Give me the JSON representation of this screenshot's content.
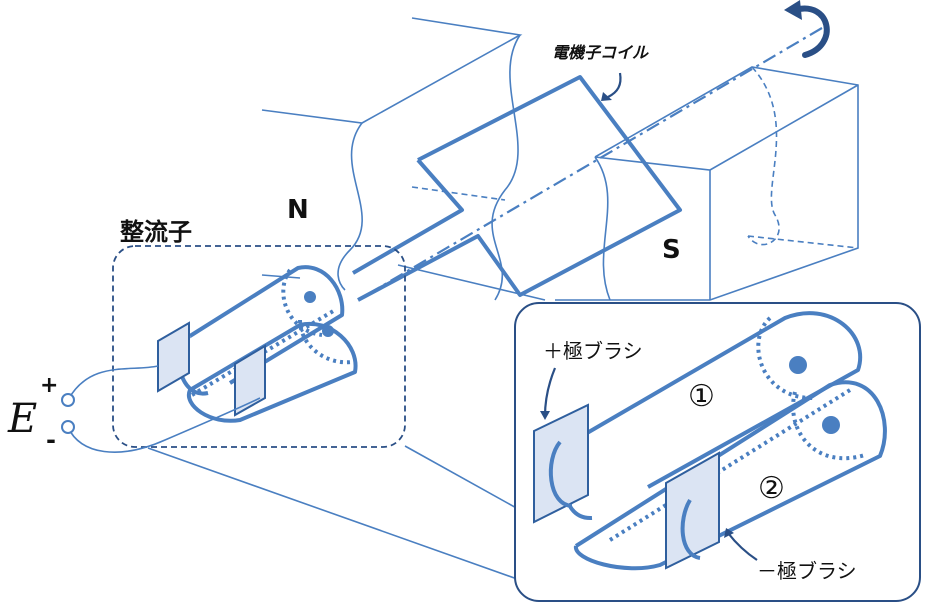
{
  "labels": {
    "armature_coil": "電機子コイル",
    "commutator": "整流子",
    "pole_north": "N",
    "pole_south": "S",
    "plus_brush": "＋極ブラシ",
    "minus_brush": "－極ブラシ",
    "segment_1": "①",
    "segment_2": "②",
    "emf": "E",
    "terminal_plus": "+",
    "terminal_minus": "-"
  },
  "colors": {
    "line": "#4a7fc1",
    "brush_fill": "#dbe4f3",
    "dark_arrow": "#2a4f86"
  },
  "icons": {
    "rotation": "curved-rotation-arrow-icon"
  }
}
